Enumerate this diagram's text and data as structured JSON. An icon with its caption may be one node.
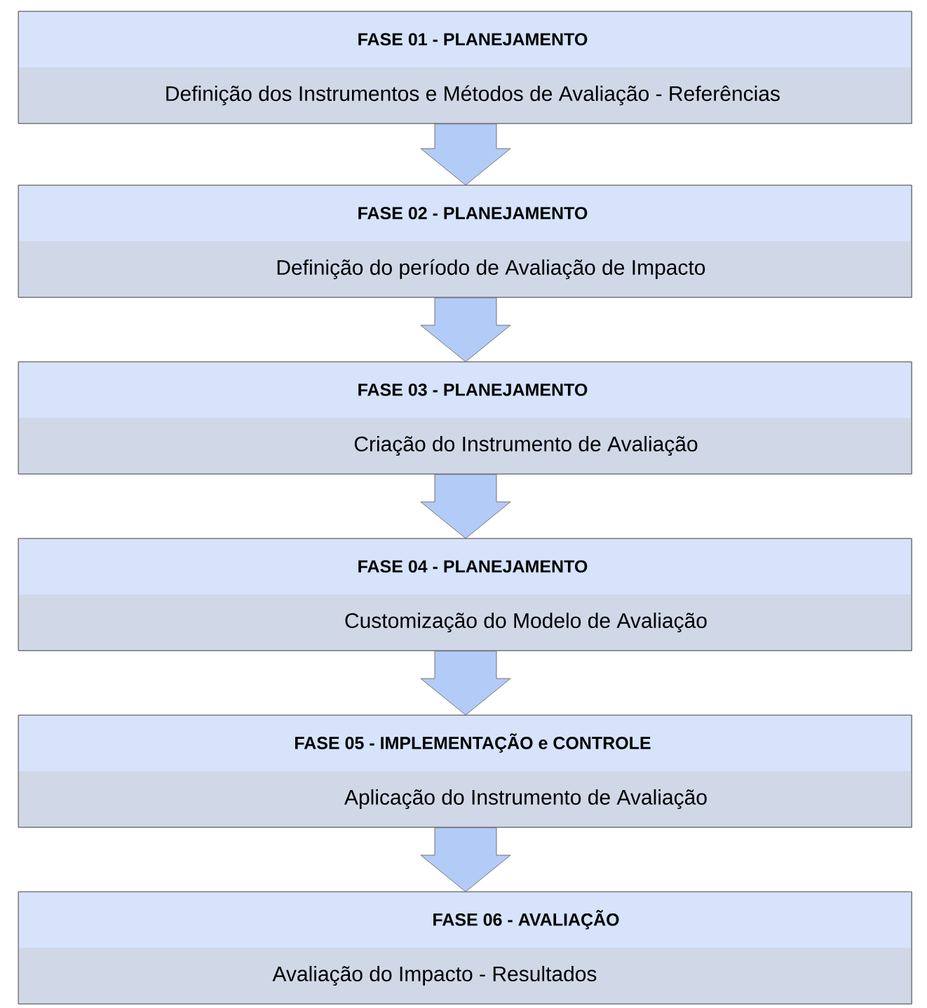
{
  "diagram": {
    "nodes": [
      {
        "text": [
          "FASE  01  -  PLANEJAMENTO",
          "Definição dos Instrumentos e Métodos de Avaliação - Referências"
        ]
      },
      {
        "text": [
          "FASE  02  -  PLANEJAMENTO",
          "Definição do período de Avaliação de Impacto"
        ]
      },
      {
        "text": [
          "FASE  03  -  PLANEJAMENTO",
          "Criação do Instrumento de Avaliação"
        ]
      },
      {
        "text": [
          "FASE  04 - PLANEJAMENTO",
          "Customização do Modelo de Avaliação"
        ]
      },
      {
        "text": [
          "FASE  05 - IMPLEMENTAÇÃO  e CONTROLE",
          "Aplicação do Instrumento de Avaliação"
        ]
      },
      {
        "text": [
          "FASE  06 - AVALIAÇÃO",
          "Avaliação do Impacto - Resultados"
        ]
      }
    ],
    "edges": [
      {
        "from": 0,
        "to": 1,
        "arrow": "to"
      },
      {
        "from": 1,
        "to": 2,
        "arrow": "to"
      },
      {
        "from": 2,
        "to": 3,
        "arrow": "to"
      },
      {
        "from": 3,
        "to": 4,
        "arrow": "to"
      },
      {
        "from": 4,
        "to": 5,
        "arrow": "to"
      }
    ]
  }
}
